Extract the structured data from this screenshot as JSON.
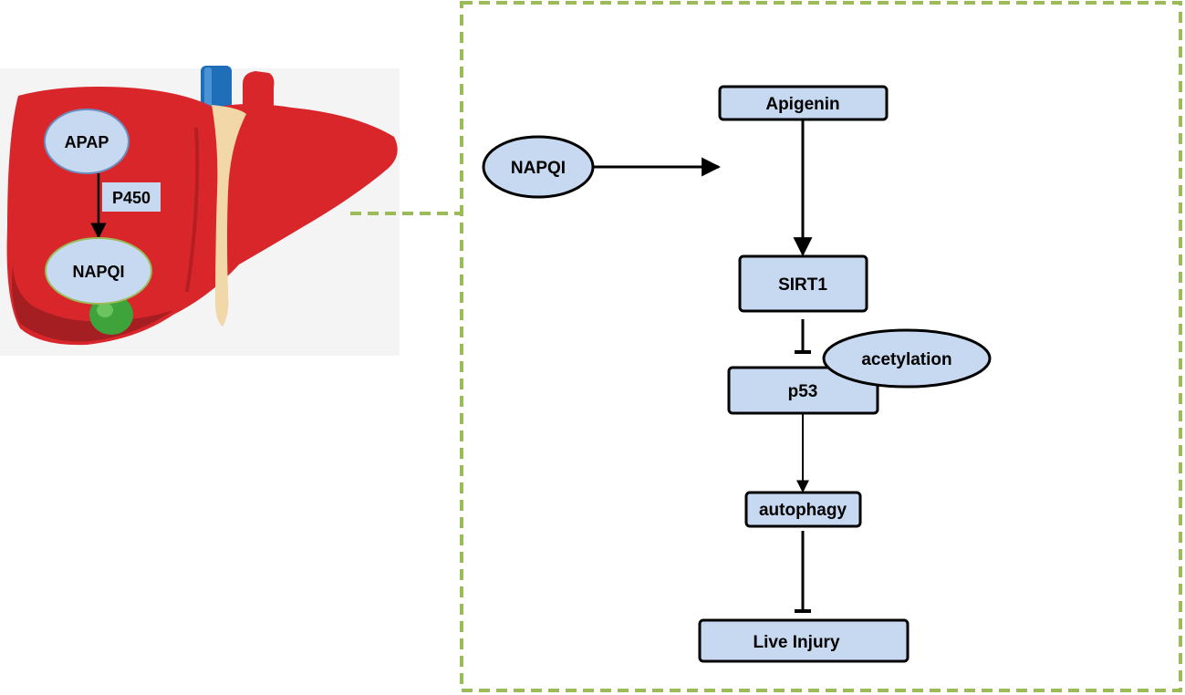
{
  "liver": {
    "apap_label": "APAP",
    "enzyme_label": "P450",
    "metabolite_label": "NAPQI"
  },
  "pathway": {
    "napqi_label": "NAPQI",
    "apigenin_label": "Apigenin",
    "sirt1_label": "SIRT1",
    "p53_label": "p53",
    "acetylation_label": "acetylation",
    "autophagy_label": "autophagy",
    "injury_label": "Live Injury"
  },
  "colors": {
    "node_fill": "#c6d9f1",
    "node_stroke": "#000000",
    "liver_node_stroke": "#6a8fbf",
    "metabolite_stroke": "#9bbb59",
    "dashed_border": "#9bbb59",
    "liver_red": "#d9262b",
    "liver_dark": "#a51e22",
    "ligament": "#f2d7a8",
    "vein_blue": "#1f6fb8",
    "gallbladder": "#3da33a"
  }
}
